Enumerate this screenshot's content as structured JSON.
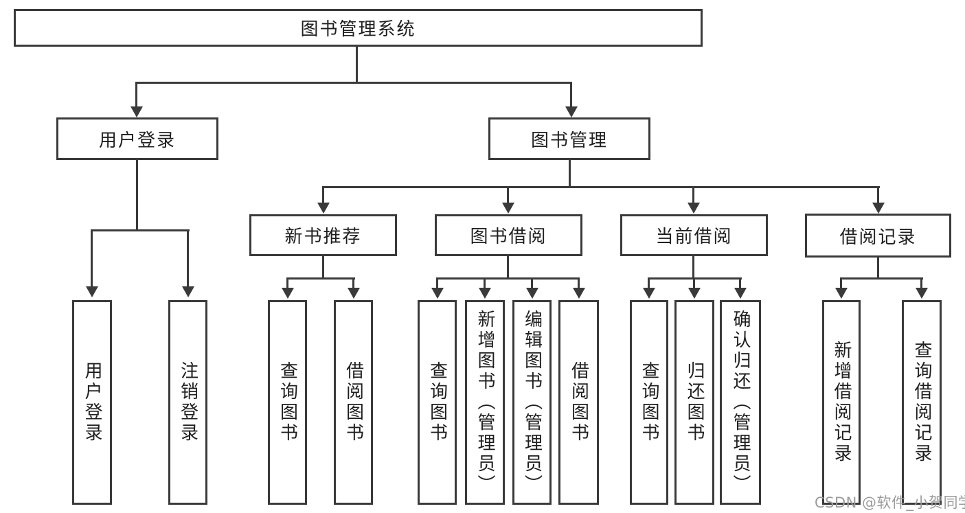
{
  "diagram": {
    "root": {
      "label": "图书管理系统"
    },
    "level2": [
      {
        "label": "用户登录"
      },
      {
        "label": "图书管理"
      }
    ],
    "level3": [
      {
        "label": "新书推荐"
      },
      {
        "label": "图书借阅"
      },
      {
        "label": "当前借阅"
      },
      {
        "label": "借阅记录"
      }
    ],
    "leaves": {
      "login": [
        "用户登录",
        "注销登录"
      ],
      "recommend": [
        "查询图书",
        "借阅图书"
      ],
      "borrow": [
        "查询图书",
        "新增图书（管理员）",
        "编辑图书（管理员）",
        "借阅图书"
      ],
      "current": [
        "查询图书",
        "归还图书",
        "确认归还（管理员）"
      ],
      "records": [
        "新增借阅记录",
        "查询借阅记录"
      ]
    }
  },
  "watermark": {
    "text": "CSDN @软件_小贺同学"
  },
  "colors": {
    "line": "#3a3a3a",
    "text": "#1f1f1f",
    "watermark": "#9b9b9b",
    "background": "#ffffff"
  }
}
